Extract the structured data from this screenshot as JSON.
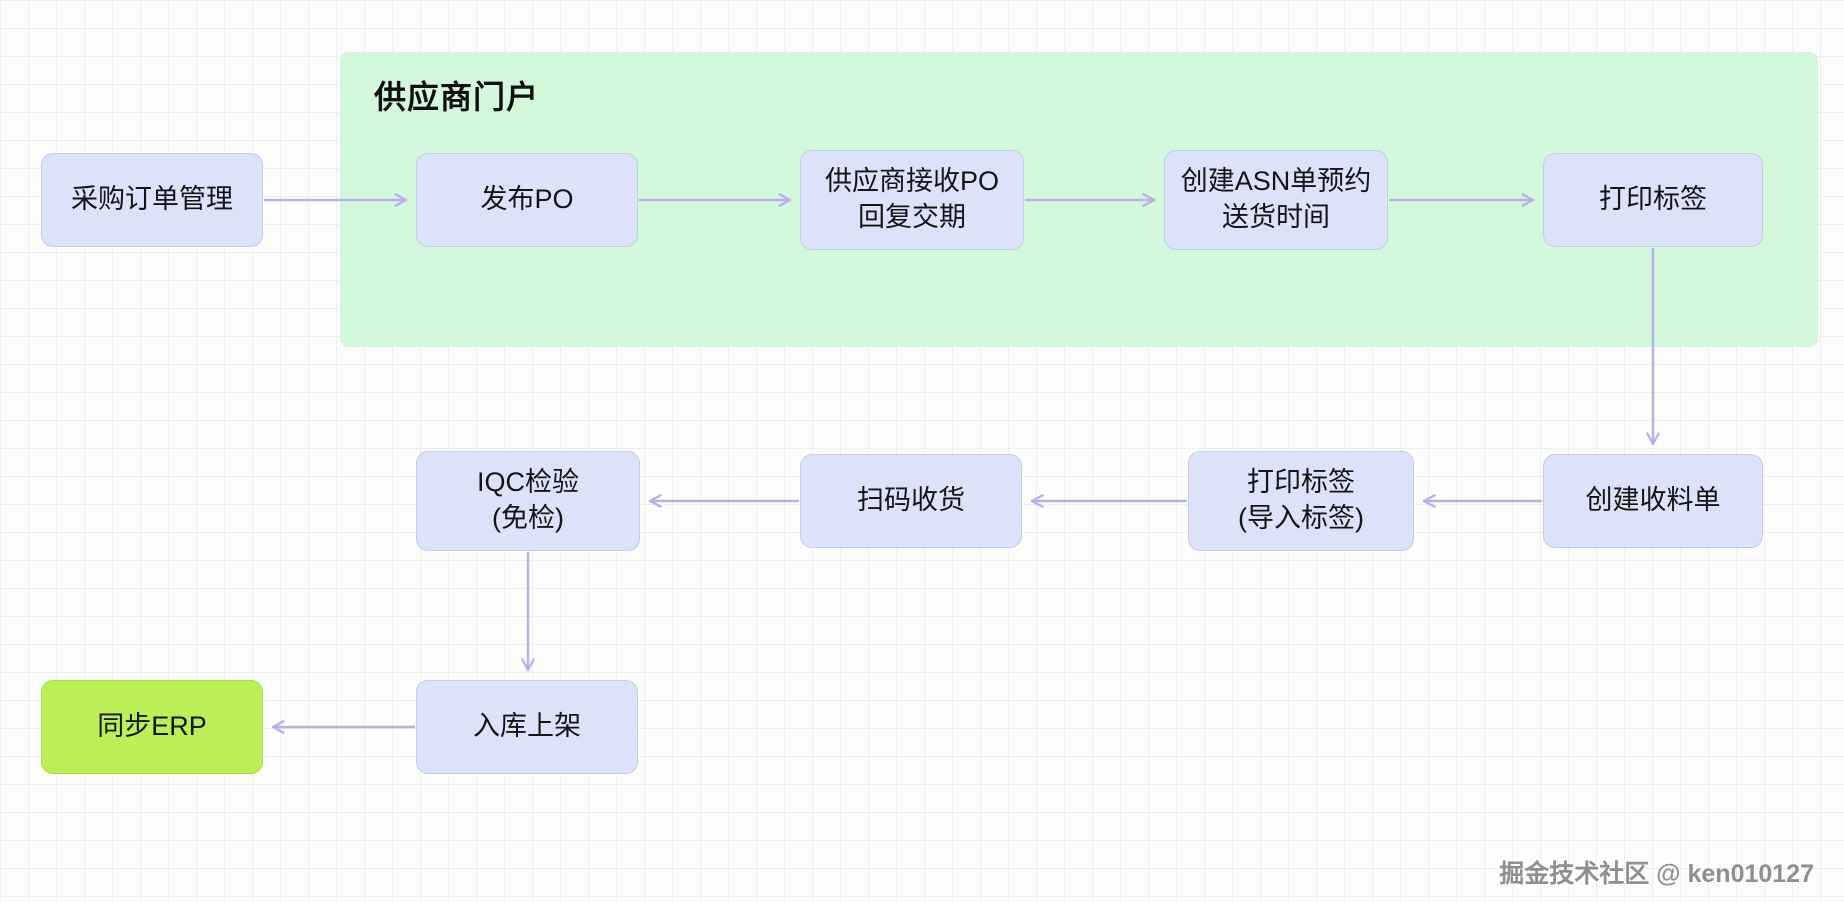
{
  "group": {
    "label": "供应商门户"
  },
  "nodes": {
    "po_management": {
      "label": "采购订单管理"
    },
    "publish_po": {
      "label": "发布PO"
    },
    "supplier_receive_po": {
      "label": "供应商接收PO\n回复交期"
    },
    "create_asn": {
      "label": "创建ASN单预约\n送货时间"
    },
    "print_label": {
      "label": "打印标签"
    },
    "create_receipt": {
      "label": "创建收料单"
    },
    "print_label_import": {
      "label": "打印标签\n(导入标签)"
    },
    "scan_receive": {
      "label": "扫码收货"
    },
    "iqc_inspection": {
      "label": "IQC检验\n(免检)"
    },
    "put_away": {
      "label": "入库上架"
    },
    "sync_erp": {
      "label": "同步ERP"
    }
  },
  "watermark": "掘金技术社区 @ ken010127",
  "colors": {
    "node_fill": "#dce3f8",
    "group_fill": "#d4f8dc",
    "erp_node_fill": "#baef55",
    "arrow": "#b5b1e9",
    "grid_line": "#e4e7ec",
    "text": "#141414",
    "watermark_text": "#8f8f8f"
  }
}
